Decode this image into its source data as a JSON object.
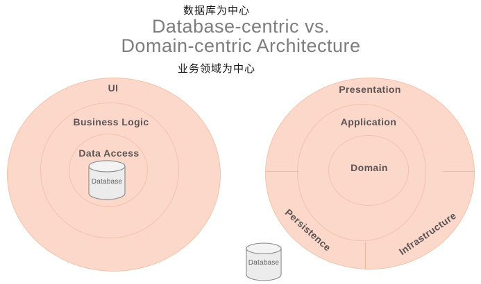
{
  "header": {
    "top_label_zh": "数据库为中心",
    "title_line1": "Database-centric vs.",
    "title_line2": "Domain-centric Architecture",
    "bottom_label_zh": "业务领域为中心"
  },
  "left_diagram": {
    "type": "database-centric",
    "rings": {
      "outer": "UI",
      "middle": "Business Logic",
      "inner": "Data Access"
    },
    "database_label": "Database"
  },
  "right_diagram": {
    "type": "domain-centric",
    "rings": {
      "outer": "Presentation",
      "middle": "Application",
      "inner": "Domain"
    },
    "outer_segments": {
      "bottom_left": "Persistence",
      "bottom_right": "Infrastructure"
    },
    "database_label": "Database"
  },
  "colors": {
    "ring_fill": "#fbd8ca",
    "ring_border": "#f4c2aa",
    "divider": "#f0b8a0",
    "label_text": "#5c5454",
    "title_text": "#7d7d7d",
    "cylinder_fill": "#ececec",
    "cylinder_top_fill": "#f3f3f3",
    "cylinder_border": "#8f8f8f"
  }
}
